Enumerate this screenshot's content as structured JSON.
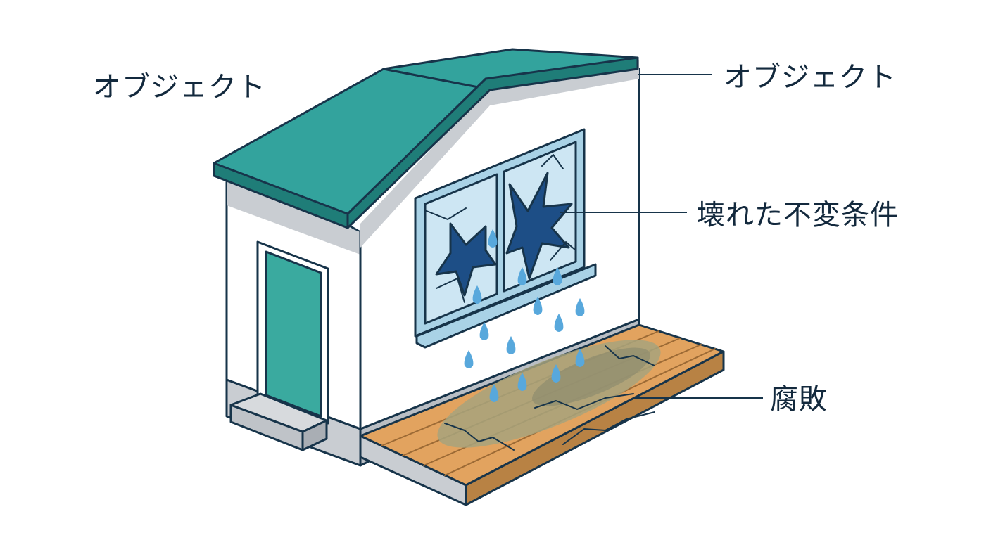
{
  "labels": {
    "object_left": "オブジェクト",
    "object_right": "オブジェクト",
    "broken_invariant": "壊れた不変条件",
    "decay": "腐敗"
  },
  "colors": {
    "outline": "#17344a",
    "roof": "#33a39d",
    "wall": "#ffffff",
    "wall_shade": "#c9cdd2",
    "door": "#3aaa9f",
    "glass": "#cde6f3",
    "glass_hole": "#1d4e86",
    "water": "#58a8dc",
    "wood": "#e2a35f",
    "mold": "#a7a37c"
  },
  "icons": [
    "house",
    "door",
    "broken-window",
    "water-drop",
    "rotten-deck"
  ]
}
